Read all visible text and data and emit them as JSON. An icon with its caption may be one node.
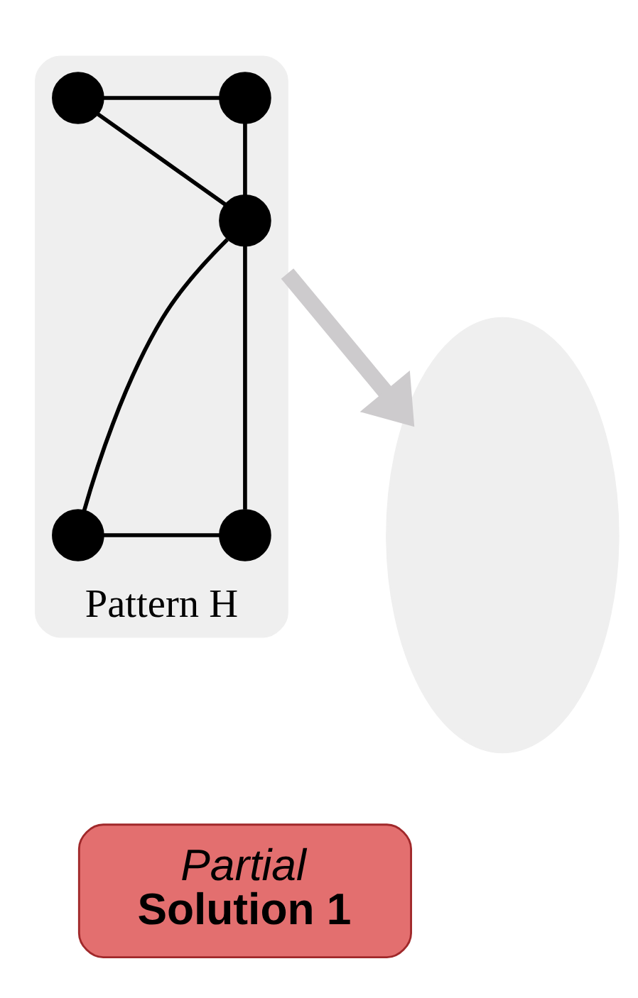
{
  "diagram": {
    "nodes": [
      {
        "text": [
          "Pattern H"
        ]
      },
      {
        "text": [],
        "shape": "circle",
        "in": 0
      },
      {
        "text": [],
        "shape": "circle",
        "in": 0
      },
      {
        "text": [],
        "shape": "circle",
        "in": 0
      },
      {
        "text": [],
        "shape": "circle",
        "in": 0
      },
      {
        "text": [],
        "shape": "circle",
        "in": 0
      },
      {
        "text": [
          "Partial",
          "Solution 1"
        ]
      },
      {
        "text": [],
        "shape": "ellipse"
      }
    ],
    "edges": [
      {
        "from": 1,
        "to": 2,
        "arrow": "none"
      },
      {
        "from": 1,
        "to": 3,
        "arrow": "none"
      },
      {
        "from": 2,
        "to": 3,
        "arrow": "none"
      },
      {
        "from": 3,
        "to": 4,
        "arrow": "none"
      },
      {
        "from": 3,
        "to": 5,
        "arrow": "none"
      },
      {
        "from": 4,
        "to": 5,
        "arrow": "none"
      },
      {
        "from": 0,
        "to": 7,
        "arrow": "to",
        "style": "thick",
        "color": "#cdcbcd"
      }
    ]
  }
}
